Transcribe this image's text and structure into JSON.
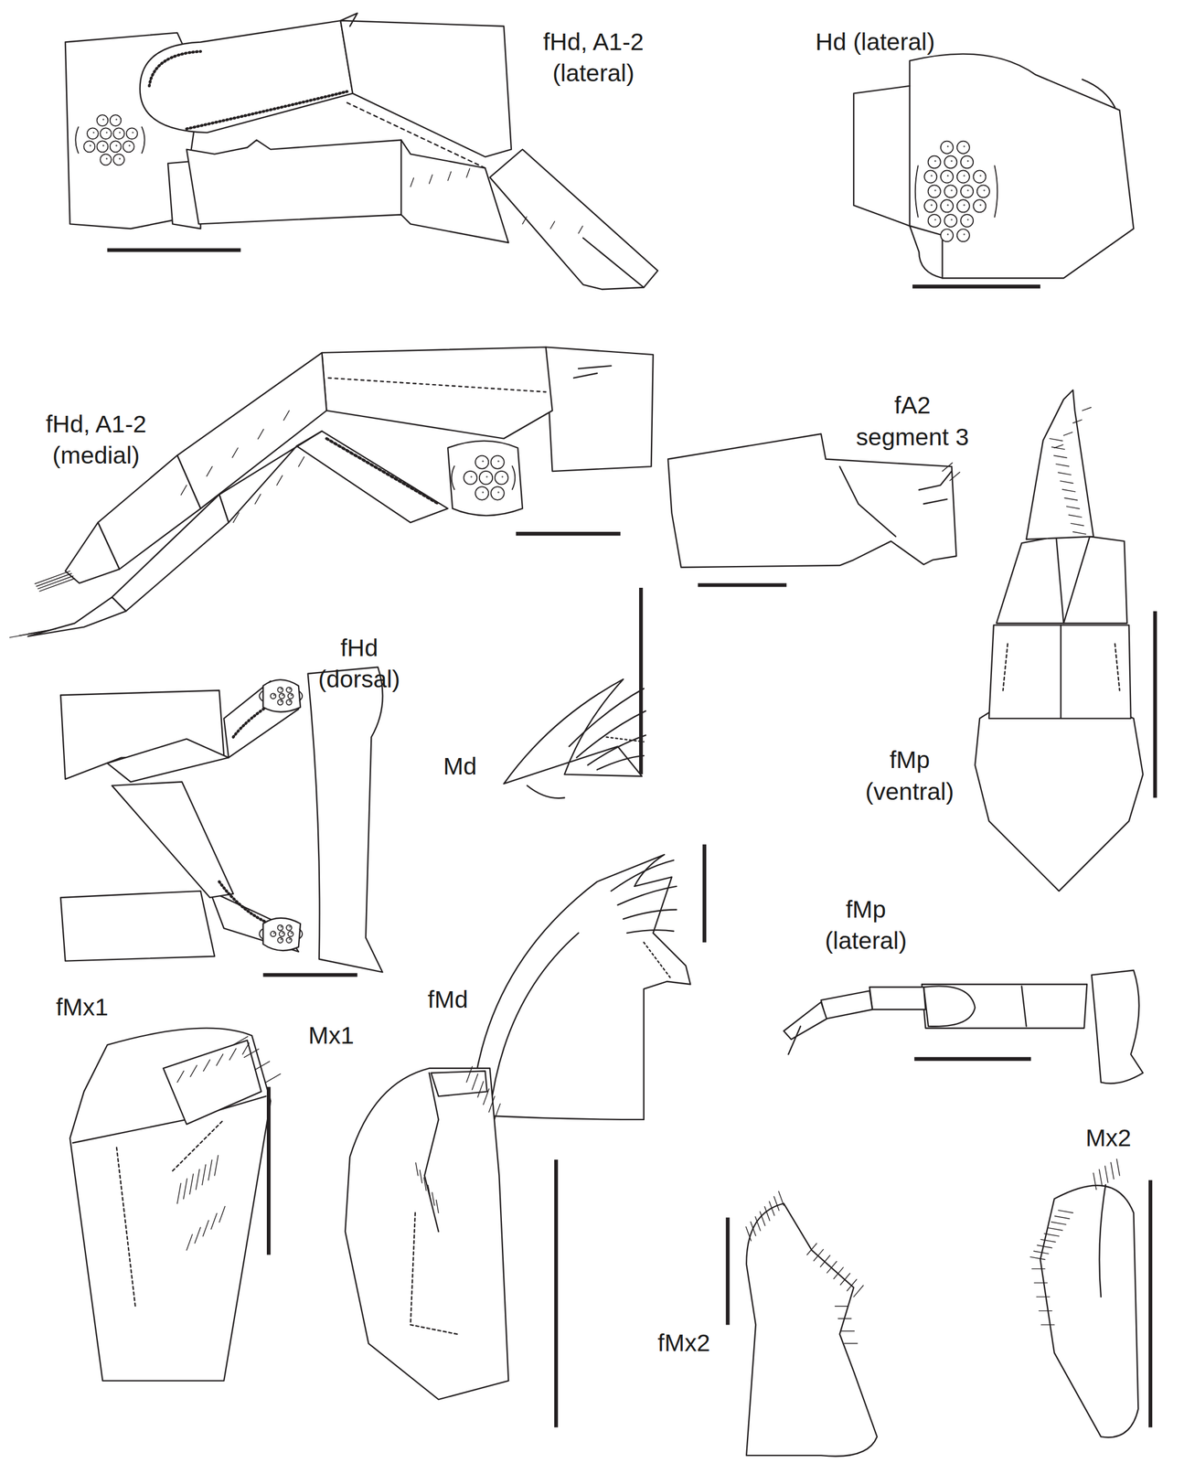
{
  "diagram": {
    "labels": [
      "fHd, A1-2 (lateral)",
      "Hd (lateral)",
      "fHd, A1-2 (medial)",
      "fA2 segment 3",
      "fHd (dorsal)",
      "Md",
      "fMp (ventral)",
      "fMd",
      "fMp (lateral)",
      "fMx1",
      "Mx1",
      "fMx2",
      "Mx2"
    ]
  }
}
